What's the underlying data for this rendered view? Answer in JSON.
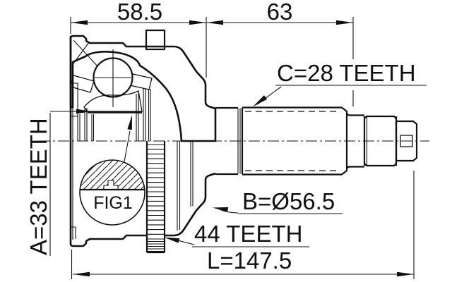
{
  "labels": {
    "dim_width_housing": "58.5",
    "dim_width_shaft": "63",
    "outer_teeth": "C=28 TEETH",
    "inner_teeth": "A=33 TEETH",
    "abs_ring_teeth": "44 TEETH",
    "outer_diameter": "B=Ø56.5",
    "overall_length": "L=147.5",
    "figure_label": "FIG1"
  },
  "colors": {
    "line": "#111111",
    "background": "#ffffff"
  }
}
